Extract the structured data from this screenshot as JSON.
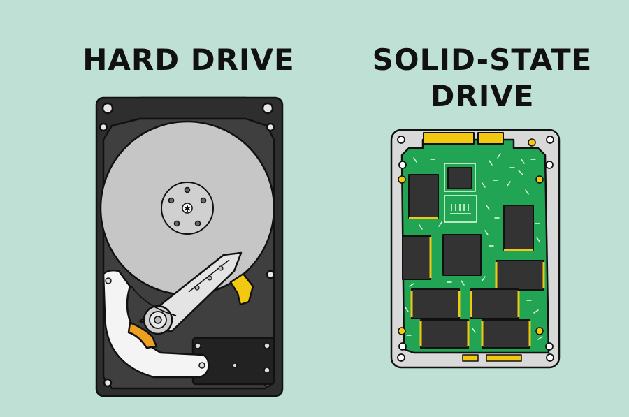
{
  "labels": {
    "hard_drive": "HARD DRIVE",
    "ssd_line1": "SOLID-STATE",
    "ssd_line2": "DRIVE"
  },
  "colors": {
    "background": "#bfe0d4",
    "hdd_body": "#333333",
    "hdd_platter": "#c4c4c4",
    "ssd_frame": "#d8d8d8",
    "pcb_green": "#22a455",
    "chip": "#333333",
    "gold": "#f2c811",
    "actuator_orange": "#f0a020"
  }
}
